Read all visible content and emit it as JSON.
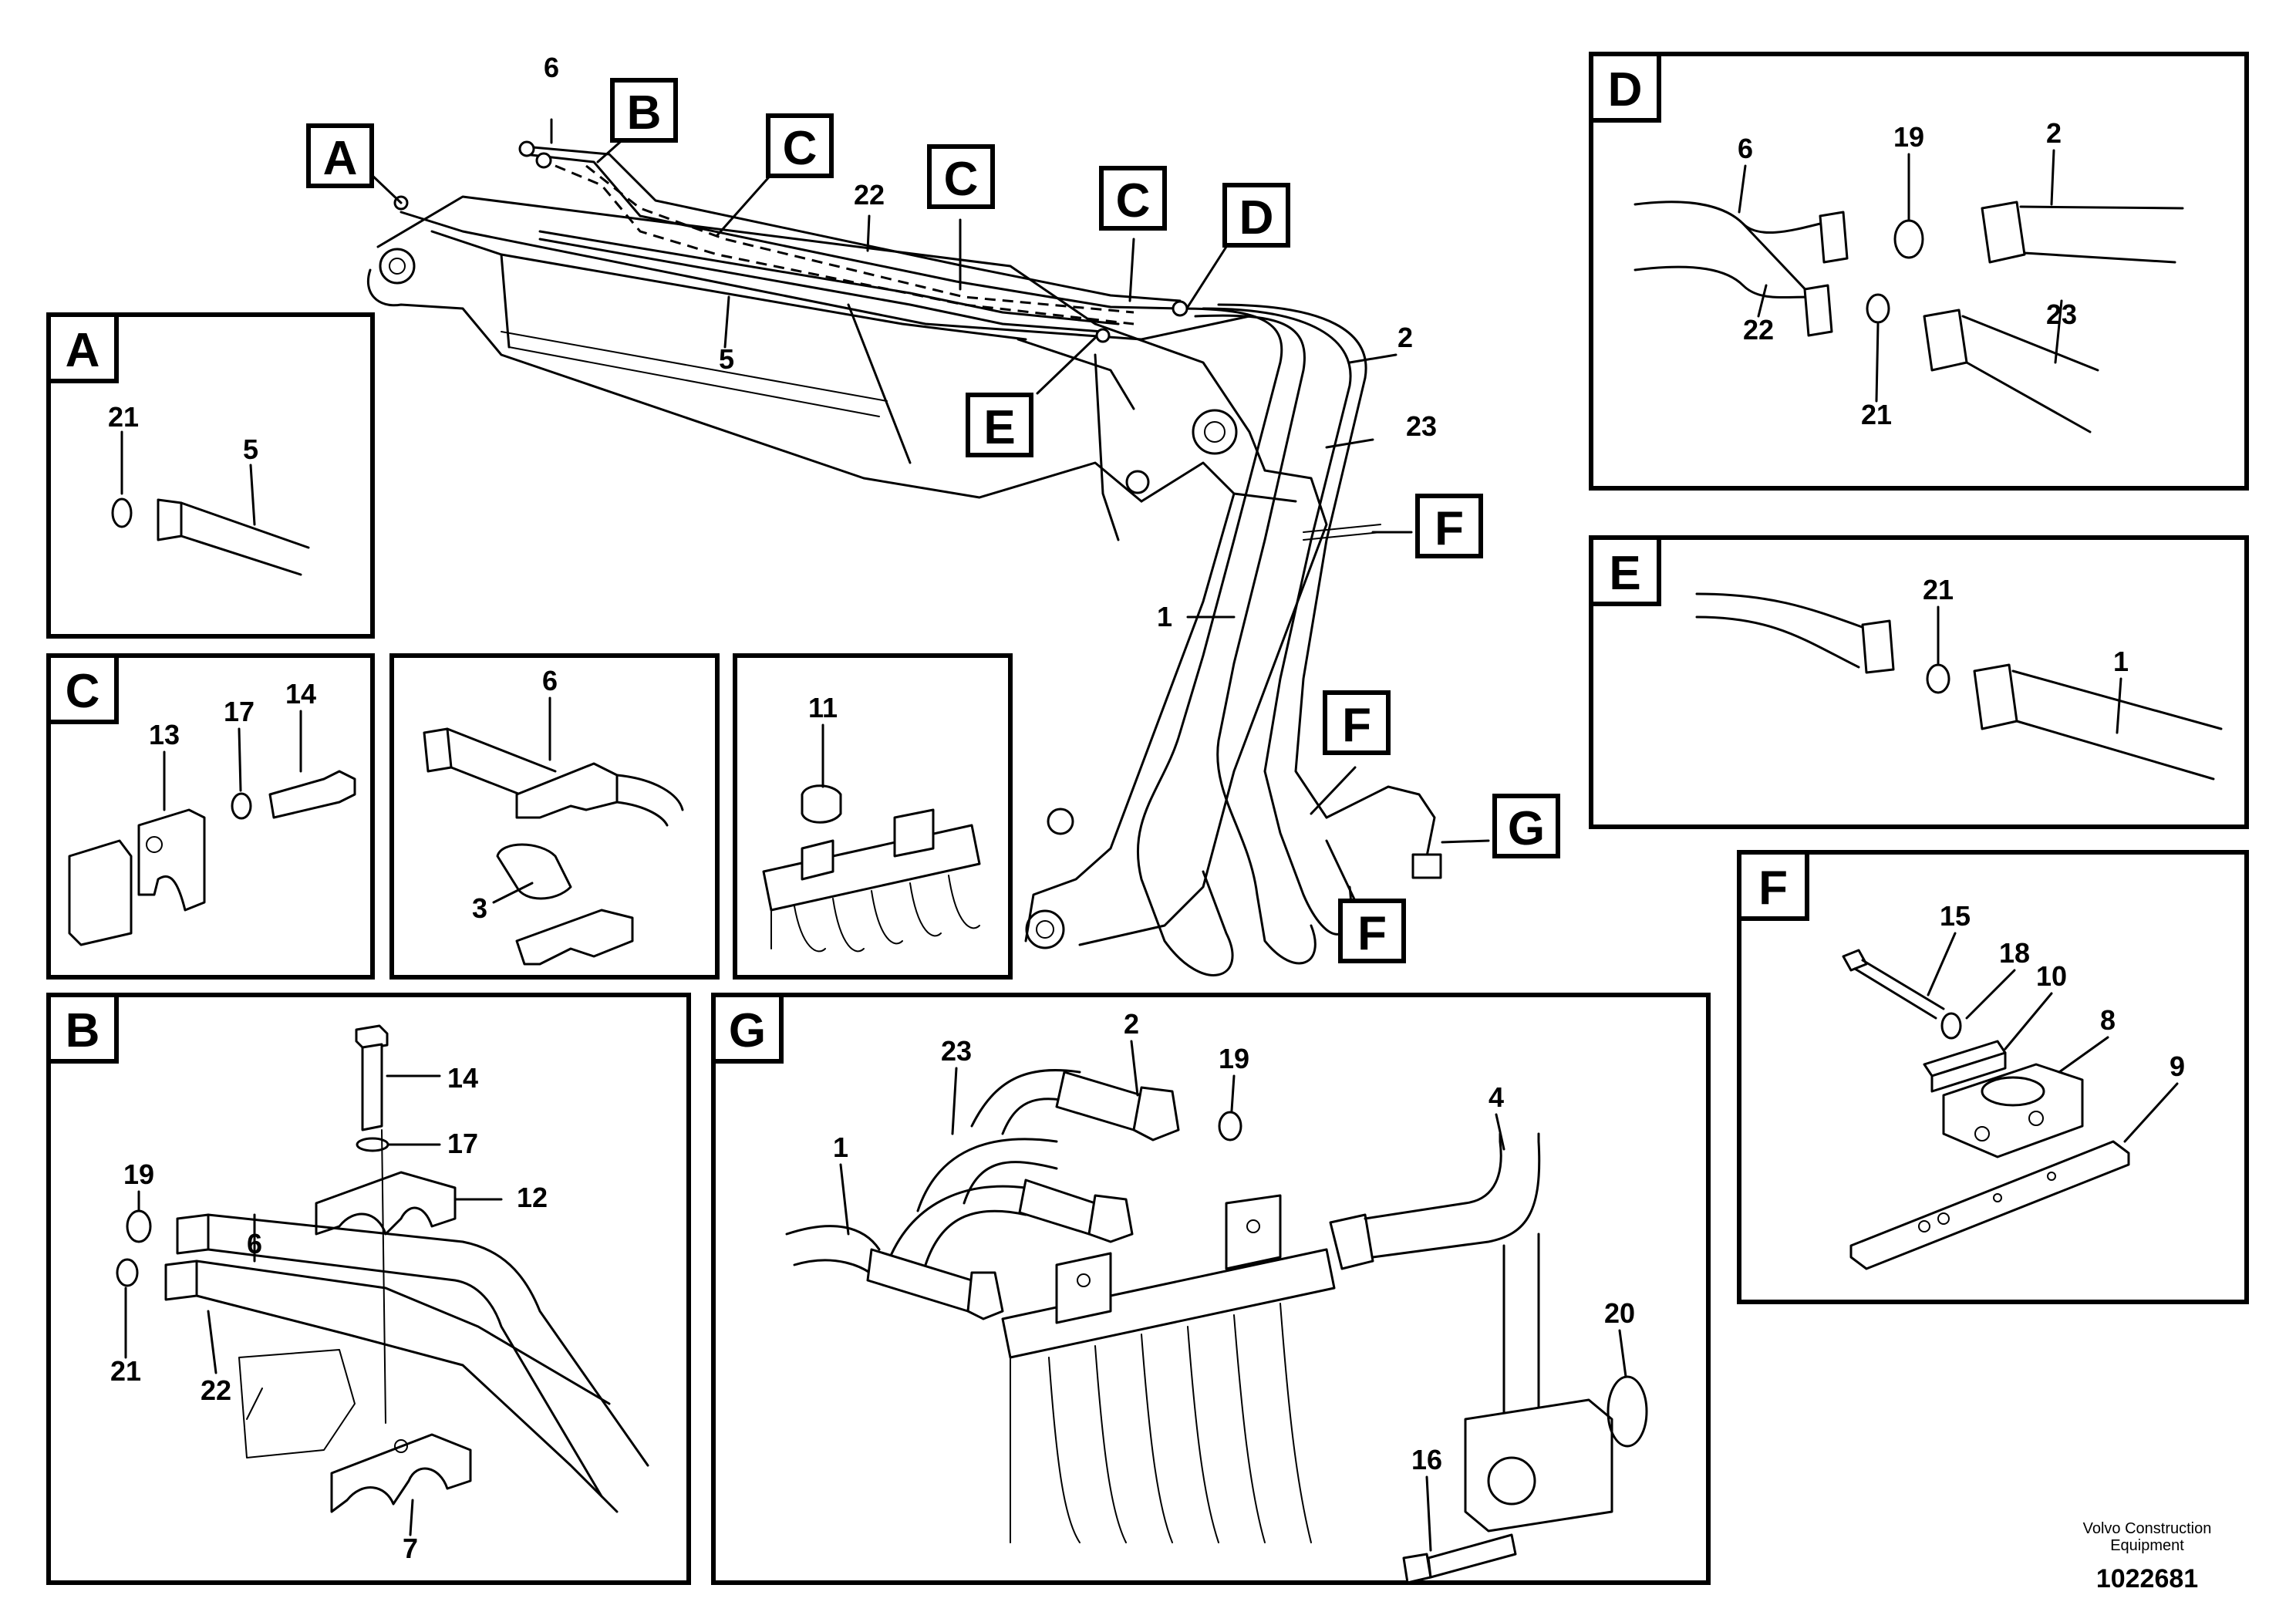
{
  "main": {
    "callouts": {
      "A": "A",
      "B": "B",
      "C1": "C",
      "C2": "C",
      "C3": "C",
      "D": "D",
      "E": "E",
      "F1": "F",
      "F2": "F",
      "F3": "F",
      "G": "G"
    },
    "numbers": {
      "n6": "6",
      "n22": "22",
      "n5": "5",
      "n2": "2",
      "n23": "23",
      "n1": "1"
    }
  },
  "detail_a": {
    "label": "A",
    "numbers": [
      "21",
      "5"
    ]
  },
  "detail_c": {
    "label": "C",
    "numbers": [
      "13",
      "17",
      "14"
    ]
  },
  "detail_pin": {
    "numbers": [
      "6",
      "3"
    ]
  },
  "detail_11": {
    "numbers": [
      "11"
    ]
  },
  "detail_b": {
    "label": "B",
    "numbers": [
      "14",
      "17",
      "12",
      "19",
      "6",
      "21",
      "22",
      "7"
    ]
  },
  "detail_g": {
    "label": "G",
    "numbers": [
      "2",
      "23",
      "19",
      "4",
      "1",
      "20",
      "16"
    ]
  },
  "detail_d": {
    "label": "D",
    "numbers": [
      "6",
      "19",
      "2",
      "22",
      "23",
      "21"
    ]
  },
  "detail_e": {
    "label": "E",
    "numbers": [
      "21",
      "1"
    ]
  },
  "detail_f": {
    "label": "F",
    "numbers": [
      "15",
      "18",
      "10",
      "8",
      "9"
    ]
  },
  "footer": {
    "company_line1": "Volvo Construction",
    "company_line2": "Equipment",
    "drawing_number": "1022681"
  }
}
